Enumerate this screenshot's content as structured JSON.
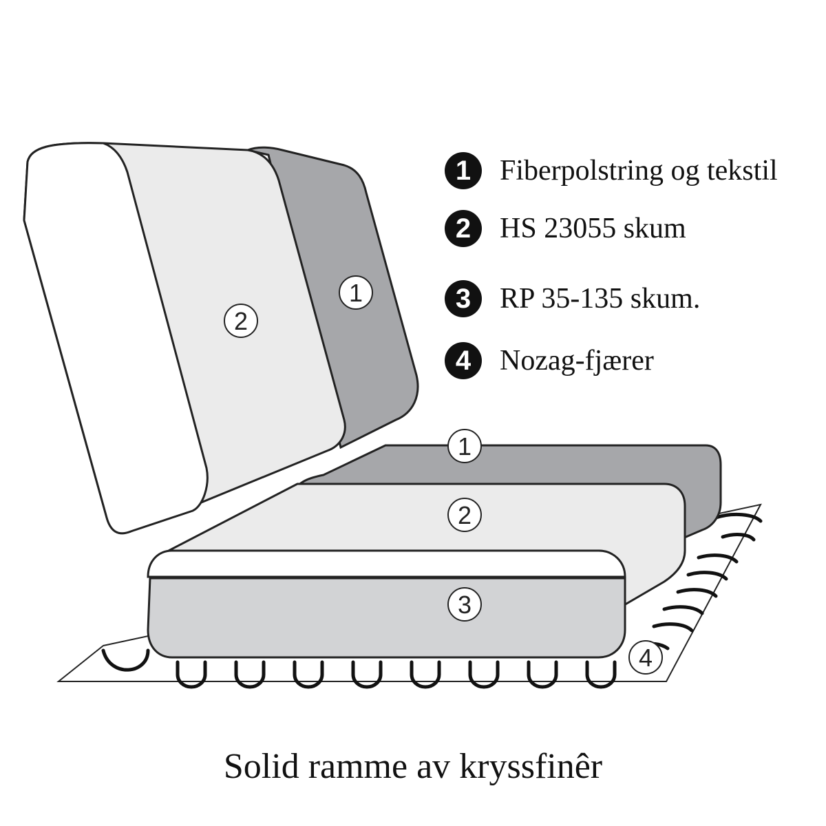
{
  "legend": [
    {
      "number": "1",
      "label": "Fiberpolstring og tekstil"
    },
    {
      "number": "2",
      "label": "HS 23055 skum"
    },
    {
      "number": "3",
      "label": "RP 35-135 skum."
    },
    {
      "number": "4",
      "label": "Nozag-fjærer"
    }
  ],
  "markers": {
    "back_fiber": "1",
    "back_foam": "2",
    "seat_fiber": "1",
    "seat_foam": "2",
    "seat_base_foam": "3",
    "springs": "4"
  },
  "caption": "Solid ramme av kryssfinêr",
  "colors": {
    "fiber_layer": "#a6a7aa",
    "foam_layer": "#ebebeb",
    "base_foam_layer": "#d2d3d5",
    "spring_wire": "#111111",
    "badge": "#111111"
  }
}
